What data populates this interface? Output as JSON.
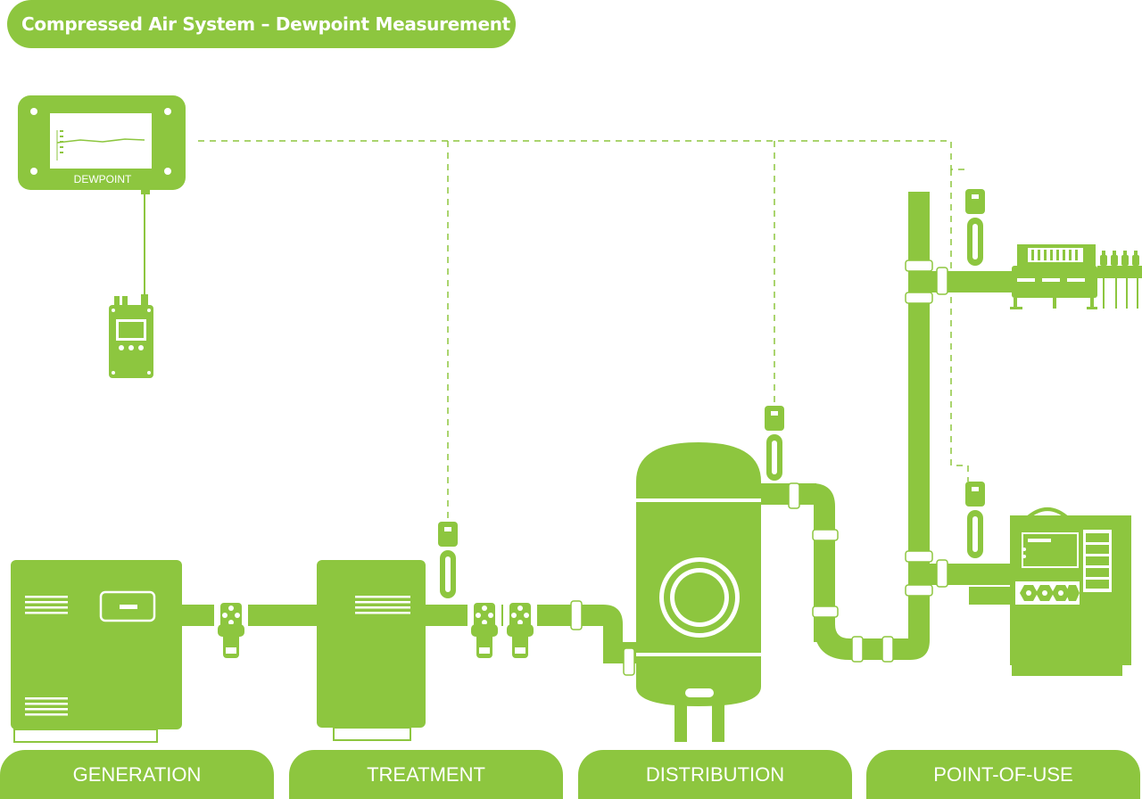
{
  "title": "Compressed Air System – Dewpoint Measurement",
  "monitor_label": "DEWPOINT",
  "stages": [
    {
      "id": "generation",
      "label": "GENERATION"
    },
    {
      "id": "treatment",
      "label": "TREATMENT"
    },
    {
      "id": "distribution",
      "label": "DISTRIBUTION"
    },
    {
      "id": "point-of-use",
      "label": "POINT-OF-USE"
    }
  ],
  "colors": {
    "accent": "#8dc63f",
    "background": "#ffffff"
  }
}
